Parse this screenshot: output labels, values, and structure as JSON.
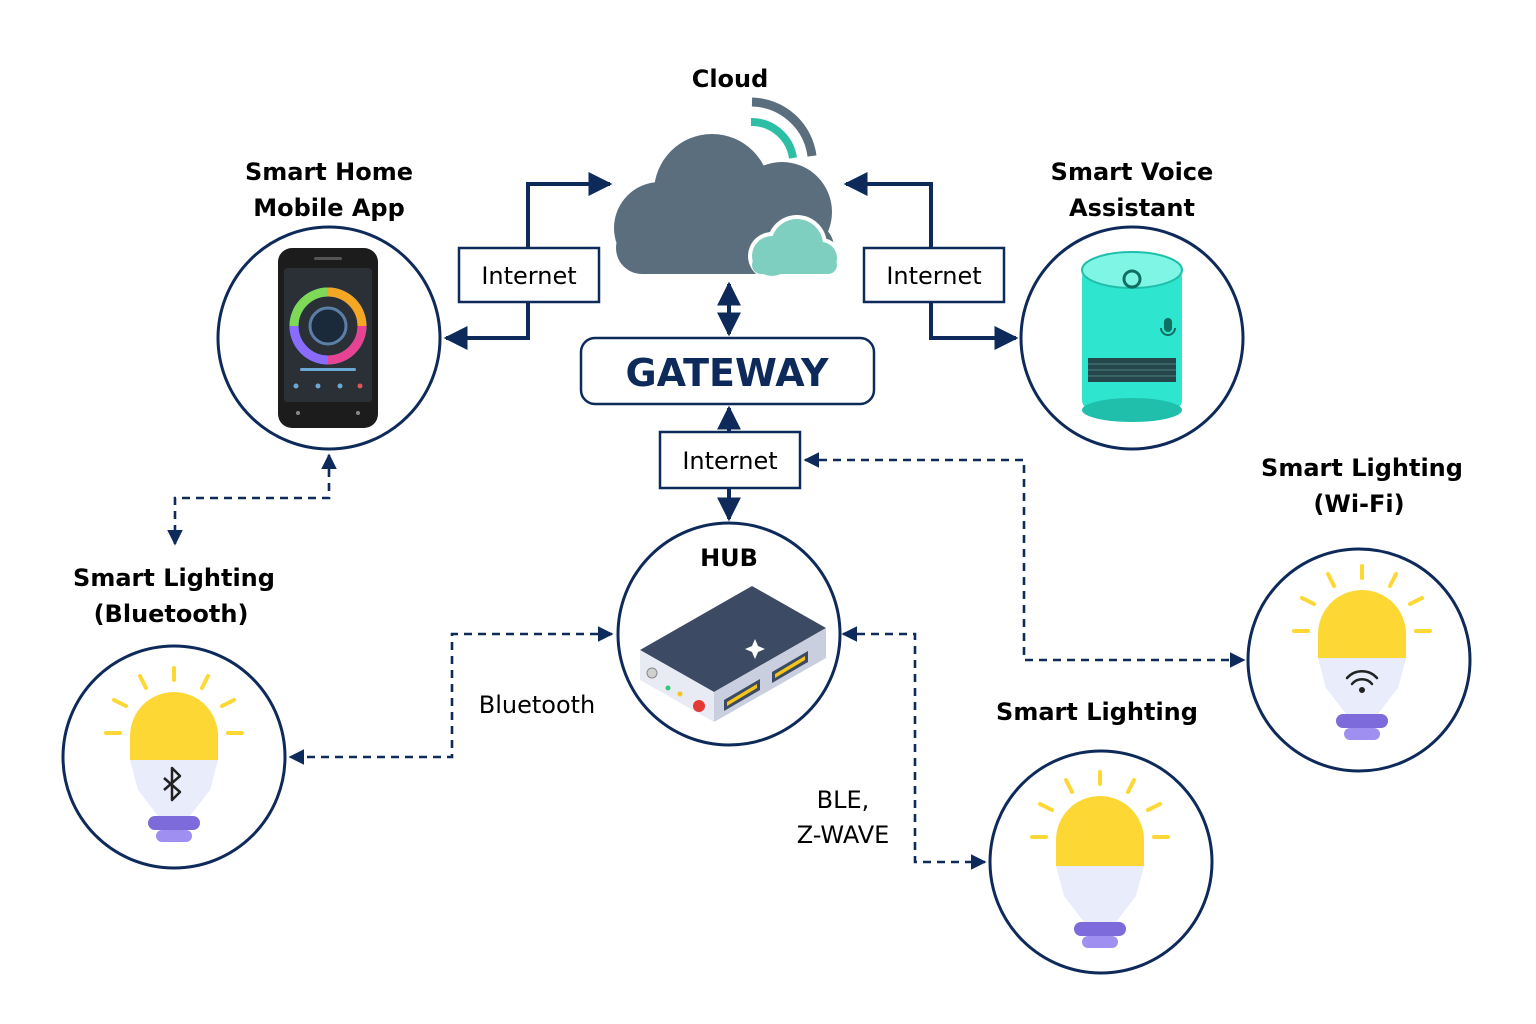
{
  "nodes": {
    "cloud": "Cloud",
    "mobile_app": [
      "Smart Home",
      "Mobile App"
    ],
    "voice_assistant": [
      "Smart Voice",
      "Assistant"
    ],
    "gateway": "GATEWAY",
    "hub": "HUB",
    "lighting_bluetooth": [
      "Smart Lighting",
      "(Bluetooth)"
    ],
    "lighting_wifi": [
      "Smart Lighting",
      "(Wi-Fi)"
    ],
    "lighting": "Smart Lighting"
  },
  "links": {
    "internet_left": "Internet",
    "internet_right": "Internet",
    "internet_center": "Internet",
    "bluetooth": "Bluetooth",
    "ble_zwave": [
      "BLE,",
      "Z-WAVE"
    ]
  },
  "colors": {
    "navy": "#0e2a5a",
    "cloud_gray": "#5b6e7d",
    "cloud_teal": "#7fcfc1",
    "bulb_yellow": "#fdd835",
    "bulb_base": "#7e6bdb",
    "speaker_teal": "#2ee6cf"
  }
}
